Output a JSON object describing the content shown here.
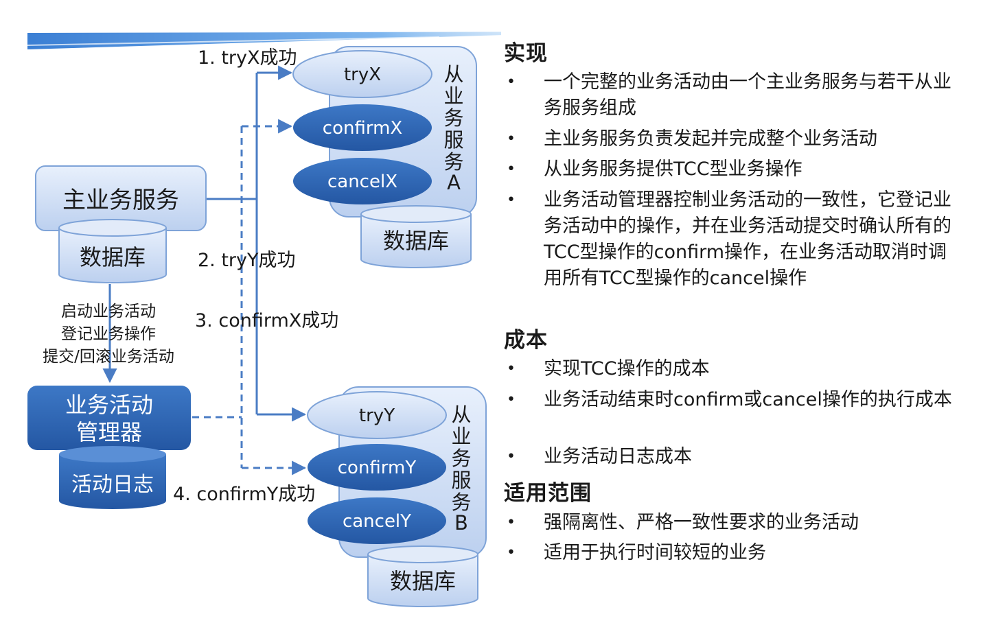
{
  "diagram": {
    "main_service": "主业务服务",
    "main_db": "数据库",
    "manager_line1": "业务活动",
    "manager_line2": "管理器",
    "activity_log": "活动日志",
    "manager_actions": [
      "启动业务活动",
      "登记业务操作",
      "提交/回滚业务活动"
    ],
    "service_a": {
      "label": [
        "从",
        "业",
        "务",
        "服",
        "务",
        "A"
      ],
      "try": "tryX",
      "confirm": "confirmX",
      "cancel": "cancelX",
      "db": "数据库"
    },
    "service_b": {
      "label": [
        "从",
        "业",
        "务",
        "服",
        "务",
        "B"
      ],
      "try": "tryY",
      "confirm": "confirmY",
      "cancel": "cancelY",
      "db": "数据库"
    },
    "steps": [
      "1. tryX成功",
      "2. tryY成功",
      "3. confirmX成功",
      "4. confirmY成功"
    ]
  },
  "sections": [
    {
      "title": "实现",
      "items": [
        "一个完整的业务活动由一个主业务服务与若干从业务服务组成",
        "主业务服务负责发起并完成整个业务活动",
        "从业务服务提供TCC型业务操作",
        "业务活动管理器控制业务活动的一致性，它登记业务活动中的操作，并在业务活动提交时确认所有的TCC型操作的confirm操作，在业务活动取消时调用所有TCC型操作的cancel操作"
      ]
    },
    {
      "title": "成本",
      "items": [
        "实现TCC操作的成本",
        "业务活动结束时confirm或cancel操作的执行成本",
        "业务活动日志成本"
      ]
    },
    {
      "title": "适用范围",
      "items": [
        "强隔离性、严格一致性要求的业务活动",
        "适用于执行时间较短的业务"
      ]
    }
  ],
  "bullet_char": "•",
  "colors": {
    "light_box": "#c9daf5",
    "dark_box": "#2f66b3",
    "arrow": "#4a7cc4",
    "banner": "#5b9be0"
  }
}
